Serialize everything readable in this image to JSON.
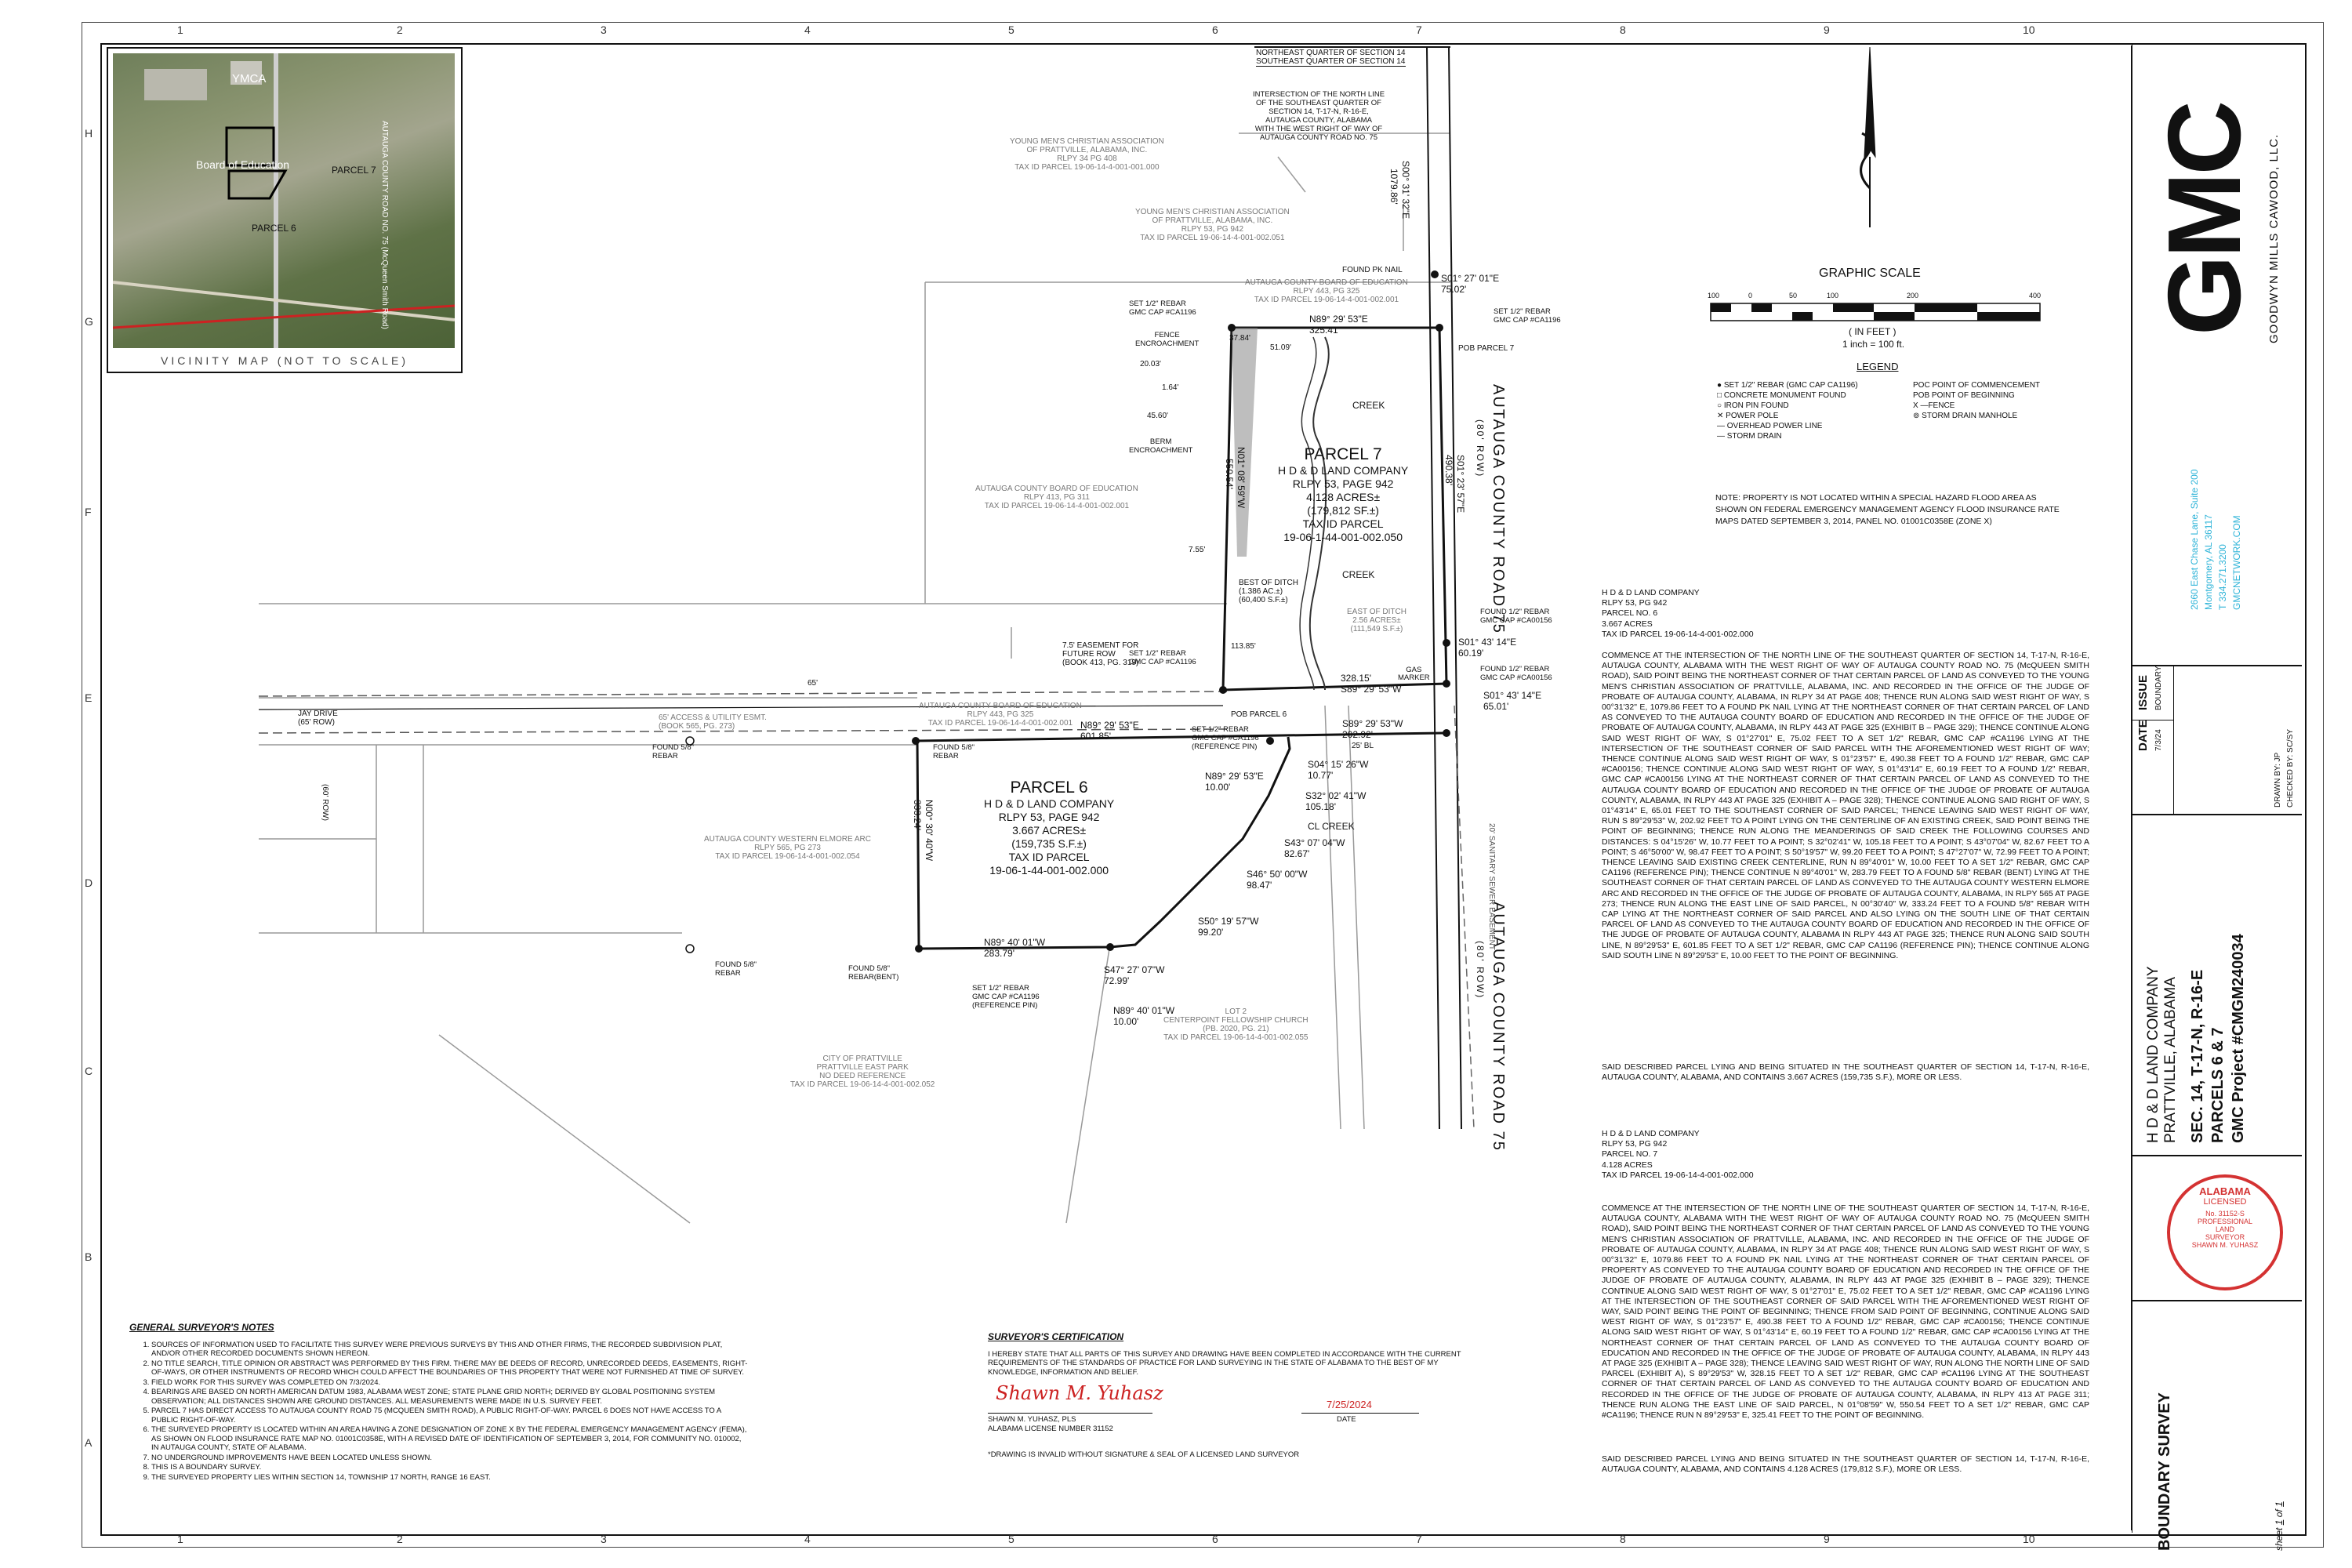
{
  "grid": {
    "cols": [
      "1",
      "2",
      "3",
      "4",
      "5",
      "6",
      "7",
      "8",
      "9",
      "10"
    ],
    "rows": [
      "H",
      "G",
      "F",
      "E",
      "D",
      "C",
      "B",
      "A"
    ]
  },
  "vicinity": {
    "caption": "VICINITY MAP (NOT TO SCALE)",
    "labels": {
      "ymca": "YMCA",
      "board": "Board of Education",
      "parcel7": "PARCEL 7",
      "parcel6": "PARCEL 6",
      "road": "AUTAUGA COUNTY ROAD NO. 75 (McQueen Smith Road)"
    }
  },
  "map": {
    "top_note": [
      "NORTHEAST QUARTER OF SECTION 14",
      "SOUTHEAST QUARTER OF SECTION 14"
    ],
    "intersection_note": [
      "INTERSECTION OF THE NORTH LINE",
      "OF THE SOUTHEAST QUARTER OF",
      "SECTION 14, T-17-N, R-16-E,",
      "AUTAUGA COUNTY, ALABAMA",
      "WITH THE WEST RIGHT OF WAY OF",
      "AUTAUGA COUNTY ROAD NO. 75"
    ],
    "ymca1": [
      "YOUNG MEN'S CHRISTIAN ASSOCIATION",
      "OF PRATTVILLE, ALABAMA, INC.",
      "RLPY 34 PG 408",
      "TAX ID PARCEL 19-06-14-4-001-001.000"
    ],
    "ymca2": [
      "YOUNG MEN'S CHRISTIAN ASSOCIATION",
      "OF PRATTVILLE, ALABAMA, INC.",
      "RLPY 53, PG 942",
      "TAX ID PARCEL 19-06-14-4-001-002.051"
    ],
    "board_north": [
      "AUTAUGA COUNTY BOARD OF EDUCATION",
      "RLPY 443, PG 325",
      "TAX ID PARCEL 19-06-14-4-001-002.001"
    ],
    "board_west": [
      "AUTAUGA COUNTY BOARD OF EDUCATION",
      "RLPY 413, PG 311",
      "TAX ID PARCEL 19-06-14-4-001-002.001"
    ],
    "board_strip": [
      "AUTAUGA COUNTY BOARD OF EDUCATION",
      "RLPY 443, PG 325",
      "TAX ID PARCEL 19-06-14-4-001-002.001"
    ],
    "western_elmore": [
      "AUTAUGA COUNTY WESTERN ELMORE ARC",
      "RLPY 565, PG 273",
      "TAX ID PARCEL 19-06-14-4-001-002.054"
    ],
    "city": [
      "CITY OF PRATTVILLE",
      "PRATTVILLE EAST PARK",
      "NO DEED REFERENCE",
      "TAX ID PARCEL 19-06-14-4-001-002.052"
    ],
    "centerpoint": [
      "LOT 2",
      "CENTERPOINT FELLOWSHIP CHURCH",
      "(PB. 2020, PG. 21)",
      "TAX ID PARCEL 19-06-14-4-001-002.055"
    ],
    "parcel7": {
      "title": "PARCEL 7",
      "lines": [
        "H D & D LAND COMPANY",
        "RLPY 53, PAGE 942",
        "4.128 ACRES±",
        "(179,812 SF.±)",
        "TAX ID PARCEL",
        "19-06-1-44-001-002.050"
      ]
    },
    "parcel6": {
      "title": "PARCEL 6",
      "lines": [
        "H D & D LAND COMPANY",
        "RLPY 53, PAGE 942",
        "3.667 ACRES±",
        "(159,735 S.F.±)",
        "TAX ID PARCEL",
        "19-06-1-44-001-002.000"
      ]
    },
    "road": "AUTAUGA COUNTY ROAD 75",
    "row": "(80' ROW)",
    "jay_drive": [
      "JAY DRIVE",
      "(65' ROW)"
    ],
    "row_note": "(60' ROW)",
    "easement": [
      "7.5' EASEMENT FOR",
      "FUTURE ROW",
      "(BOOK 413, PG. 319)"
    ],
    "access_esmt": [
      "65' ACCESS & UTILITY ESMT.",
      "(BOOK 565, PG. 273)"
    ],
    "sanitary": "20' SANITARY SEWER EASEMENT",
    "best_ditch": [
      "BEST OF DITCH",
      "(1.386 AC.±)",
      "(60,400 S.F.±)"
    ],
    "east_ditch": [
      "EAST OF DITCH",
      "2.56 ACRES±",
      "(111,549 S.F.±)"
    ],
    "fence_enc": [
      "FENCE",
      "ENCROACHMENT"
    ],
    "berm_enc": [
      "BERM",
      "ENCROACHMENT"
    ],
    "creek": "CREEK",
    "cl_creek": "CL CREEK",
    "gas_marker": [
      "GAS",
      "MARKER"
    ],
    "pob6": "POB PARCEL 6",
    "pob7": "POB PARCEL 7",
    "found_pk": "FOUND PK NAIL",
    "set_rebar": [
      "SET 1/2\" REBAR",
      "GMC CAP #CA1196"
    ],
    "set_rebar_ref": [
      "SET 1/2\" REBAR",
      "GMC CAP #CA1196",
      "(REFERENCE PIN)"
    ],
    "found_half": [
      "FOUND 1/2\" REBAR",
      "GMC CAP #CA00156"
    ],
    "found_58": [
      "FOUND 5/8\"",
      "REBAR"
    ],
    "found_58_bent": [
      "FOUND 5/8\"",
      "REBAR(BENT)"
    ],
    "calls": {
      "c1": "S00° 31' 32\"E",
      "c1d": "1079.86'",
      "c2": "S01° 27' 01\"E",
      "c2d": "75.02'",
      "c3": "N89° 29' 53\"E",
      "c3d": "325.41'",
      "c4": "S01° 23' 57\"E",
      "c4d": "490.38'",
      "c5": "N01° 08' 59\"W",
      "c5d": "550.54'",
      "c6": "S01° 43' 14\"E",
      "c6d": "60.19'",
      "c7": "328.15'",
      "c7b": "S89° 29' 53\"W",
      "c8": "S89° 29' 53\"W",
      "c8d": "202.92'",
      "c9": "S01° 43' 14\"E",
      "c9d": "65.01'",
      "c10": "N89° 29' 53\"E",
      "c10d": "601.85'",
      "c11": "N89° 29' 53\"E",
      "c11d": "10.00'",
      "c12": "S04° 15' 26\"W",
      "c12d": "10.77'",
      "c13": "S32° 02' 41\"W",
      "c13d": "105.18'",
      "c14": "S43° 07' 04\"W",
      "c14d": "82.67'",
      "c15": "S46° 50' 00\"W",
      "c15d": "98.47'",
      "c16": "S50° 19' 57\"W",
      "c16d": "99.20'",
      "c17": "S47° 27' 07\"W",
      "c17d": "72.99'",
      "c18": "N89° 40' 01\"W",
      "c18d": "283.79'",
      "c19": "N89° 40' 01\"W",
      "c19d": "10.00'",
      "c20": "N00° 30' 40\"W",
      "c20d": "333.24'",
      "d1": "37.84'",
      "d2": "51.09'",
      "d3": "20.03'",
      "d4": "1.64'",
      "d5": "45.60'",
      "d6": "7.55'",
      "d7": "113.85'",
      "d8": "65'",
      "d9": "25' BL"
    }
  },
  "graphic_scale": {
    "title": "GRAPHIC SCALE",
    "ticks": [
      "100",
      "0",
      "50",
      "100",
      "200",
      "400"
    ],
    "unit": "( IN FEET )",
    "ratio": "1 inch = 100 ft."
  },
  "legend": {
    "title": "LEGEND",
    "left": [
      "SET 1/2\" REBAR (GMC CAP CA1196)",
      "CONCRETE MONUMENT FOUND",
      "IRON PIN FOUND",
      "POWER POLE",
      "OVERHEAD POWER LINE",
      "STORM DRAIN"
    ],
    "right": [
      "POC POINT OF COMMENCEMENT",
      "POB POINT OF BEGINNING",
      "X —FENCE",
      "STORM DRAIN MANHOLE"
    ]
  },
  "flood_note": "NOTE: PROPERTY IS NOT LOCATED WITHIN A SPECIAL HAZARD FLOOD AREA AS SHOWN ON FEDERAL EMERGENCY MANAGEMENT AGENCY FLOOD INSURANCE RATE MAPS DATED SEPTEMBER 3, 2014, PANEL NO. 01001C0358E (ZONE X)",
  "desc6": {
    "head": [
      "H D & D LAND COMPANY",
      "RLPY 53, PG 942",
      "PARCEL NO. 6",
      "3.667 ACRES",
      "TAX ID PARCEL 19-06-14-4-001-002.000"
    ],
    "body": "COMMENCE AT THE INTERSECTION OF THE NORTH LINE OF THE SOUTHEAST QUARTER OF SECTION 14, T-17-N, R-16-E, AUTAUGA COUNTY, ALABAMA WITH THE WEST RIGHT OF WAY OF AUTAUGA COUNTY ROAD NO. 75 (McQUEEN SMITH ROAD), SAID POINT BEING THE NORTHEAST CORNER OF THAT CERTAIN PARCEL OF LAND AS CONVEYED TO THE YOUNG MEN'S CHRISTIAN ASSOCIATION OF PRATTVILLE, ALABAMA, INC. AND RECORDED IN THE OFFICE OF THE JUDGE OF PROBATE OF AUTAUGA COUNTY, ALABAMA, IN RLPY 34 AT PAGE 408; THENCE RUN ALONG SAID WEST RIGHT OF WAY, S 00°31'32\" E, 1079.86 FEET TO A FOUND PK NAIL LYING AT THE NORTHEAST CORNER OF THAT CERTAIN PARCEL OF LAND AS CONVEYED TO THE AUTAUGA COUNTY BOARD OF EDUCATION AND RECORDED IN THE OFFICE OF THE JUDGE OF PROBATE OF AUTAUGA COUNTY, ALABAMA, IN RLPY 443 AT PAGE 325 (EXHIBIT B – PAGE 329); THENCE CONTINUE ALONG SAID WEST RIGHT OF WAY, S 01°27'01\" E, 75.02 FEET TO A SET 1/2\" REBAR, GMC CAP #CA1196 LYING AT THE INTERSECTION OF THE SOUTHEAST CORNER OF SAID PARCEL WITH THE AFOREMENTIONED WEST RIGHT OF WAY; THENCE CONTINUE ALONG SAID WEST RIGHT OF WAY, S 01°23'57\" E, 490.38 FEET TO A FOUND 1/2\" REBAR, GMC CAP #CA00156; THENCE CONTINUE ALONG SAID WEST RIGHT OF WAY, S 01°43'14\" E, 60.19 FEET TO A FOUND 1/2\" REBAR, GMC CAP #CA00156 LYING AT THE NORTHEAST CORNER OF THAT CERTAIN PARCEL OF LAND AS CONVEYED TO THE AUTAUGA COUNTY BOARD OF EDUCATION AND RECORDED IN THE OFFICE OF THE JUDGE OF PROBATE OF AUTAUGA COUNTY, ALABAMA, IN RLPY 443 AT PAGE 325 (EXHIBIT A – PAGE 328); THENCE CONTINUE ALONG SAID RIGHT OF WAY, S 01°43'14\" E, 65.01 FEET TO THE SOUTHEAST CORNER OF SAID PARCEL; THENCE LEAVING SAID WEST RIGHT OF WAY, RUN S 89°29'53\" W, 202.92 FEET TO A POINT LYING ON THE CENTERLINE OF AN EXISTING CREEK, SAID POINT BEING THE POINT OF BEGINNING; THENCE RUN ALONG THE MEANDERINGS OF SAID CREEK THE FOLLOWING COURSES AND DISTANCES: S 04°15'26\" W, 10.77 FEET TO A POINT; S 32°02'41\" W, 105.18 FEET TO A POINT; S 43°07'04\" W, 82.67 FEET TO A POINT; S 46°50'00\" W, 98.47 FEET TO A POINT; S 50°19'57\" W, 99.20 FEET TO A POINT; S 47°27'07\" W, 72.99 FEET TO A POINT; THENCE LEAVING SAID EXISTING CREEK CENTERLINE, RUN N 89°40'01\" W, 10.00 FEET TO A SET 1/2\" REBAR, GMC CAP CA1196 (REFERENCE PIN); THENCE CONTINUE N 89°40'01\" W, 283.79 FEET TO A FOUND 5/8\" REBAR (BENT) LYING AT THE SOUTHEAST CORNER OF THAT CERTAIN PARCEL OF LAND AS CONVEYED TO THE AUTAUGA COUNTY WESTERN ELMORE ARC AND RECORDED IN THE OFFICE OF THE JUDGE OF PROBATE OF AUTAUGA COUNTY, ALABAMA, IN RLPY 565 AT PAGE 273; THENCE RUN ALONG THE EAST LINE OF SAID PARCEL, N 00°30'40\" W, 333.24 FEET TO A FOUND 5/8\" REBAR WITH CAP LYING AT THE NORTHEAST CORNER OF SAID PARCEL AND ALSO LYING ON THE SOUTH LINE OF THAT CERTAIN PARCEL OF LAND AS CONVEYED TO THE AUTAUGA COUNTY BOARD OF EDUCATION AND RECORDED IN THE OFFICE OF THE JUDGE OF PROBATE OF AUTAUGA COUNTY, ALABAMA IN RLPY 443 AT PAGE 325; THENCE RUN ALONG SAID SOUTH LINE, N 89°29'53\" E, 601.85 FEET TO A SET 1/2\" REBAR, GMC CAP CA1196 (REFERENCE PIN); THENCE CONTINUE ALONG SAID SOUTH LINE N 89°29'53\" E, 10.00 FEET TO THE POINT OF BEGINNING.",
    "tail": "SAID DESCRIBED PARCEL LYING AND BEING SITUATED IN THE SOUTHEAST QUARTER OF SECTION 14, T-17-N, R-16-E, AUTAUGA COUNTY, ALABAMA, AND CONTAINS 3.667 ACRES (159,735 S.F.), MORE OR LESS."
  },
  "desc7": {
    "head": [
      "H D & D LAND COMPANY",
      "RLPY 53, PG 942",
      "PARCEL NO. 7",
      "4.128 ACRES",
      "TAX ID PARCEL 19-06-14-4-001-002.000"
    ],
    "body": "COMMENCE AT THE INTERSECTION OF THE NORTH LINE OF THE SOUTHEAST QUARTER OF SECTION 14, T-17-N, R-16-E, AUTAUGA COUNTY, ALABAMA WITH THE WEST RIGHT OF WAY OF AUTAUGA COUNTY ROAD NO. 75 (McQUEEN SMITH ROAD), SAID POINT BEING THE NORTHEAST CORNER OF THAT CERTAIN PARCEL OF LAND AS CONVEYED TO THE YOUNG MEN'S CHRISTIAN ASSOCIATION OF PRATTVILLE, ALABAMA, INC. AND RECORDED IN THE OFFICE OF THE JUDGE OF PROBATE OF AUTAUGA COUNTY, ALABAMA, IN RLPY 34 AT PAGE 408; THENCE RUN ALONG SAID WEST RIGHT OF WAY, S 00°31'32\" E, 1079.86 FEET TO A FOUND PK NAIL LYING AT THE NORTHEAST CORNER OF THAT CERTAIN PARCEL OF PROPERTY AS CONVEYED TO THE AUTAUGA COUNTY BOARD OF EDUCATION AND RECORDED IN THE OFFICE OF THE JUDGE OF PROBATE OF AUTAUGA COUNTY, ALABAMA, IN RLPY 443 AT PAGE 325 (EXHIBIT B – PAGE 329); THENCE CONTINUE ALONG SAID WEST RIGHT OF WAY, S 01°27'01\" E, 75.02 FEET TO A SET 1/2\" REBAR, GMC CAP #CA1196 LYING AT THE INTERSECTION OF THE SOUTHEAST CORNER OF SAID PARCEL WITH THE AFOREMENTIONED WEST RIGHT OF WAY, SAID POINT BEING THE POINT OF BEGINNING; THENCE FROM SAID POINT OF BEGINNING, CONTINUE ALONG SAID WEST RIGHT OF WAY, S 01°23'57\" E, 490.38 FEET TO A FOUND 1/2\" REBAR, GMC CAP #CA00156; THENCE CONTINUE ALONG SAID WEST RIGHT OF WAY, S 01°43'14\" E, 60.19 FEET TO A FOUND 1/2\" REBAR, GMC CAP #CA00156 LYING AT THE NORTHEAST CORNER OF THAT CERTAIN PARCEL OF LAND AS CONVEYED TO THE AUTAUGA COUNTY BOARD OF EDUCATION AND RECORDED IN THE OFFICE OF THE JUDGE OF PROBATE OF AUTAUGA COUNTY, ALABAMA, IN RLPY 443 AT PAGE 325 (EXHIBIT A – PAGE 328); THENCE LEAVING SAID WEST RIGHT OF WAY, RUN ALONG THE NORTH LINE OF SAID PARCEL (EXHIBIT A), S 89°29'53\" W, 328.15 FEET TO A SET 1/2\" REBAR, GMC CAP #CA1196 LYING AT THE SOUTHEAST CORNER OF THAT CERTAIN PARCEL OF LAND AS CONVEYED TO THE AUTAUGA COUNTY BOARD OF EDUCATION AND RECORDED IN THE OFFICE OF THE JUDGE OF PROBATE OF AUTAUGA COUNTY, ALABAMA, IN RLPY 413 AT PAGE 311; THENCE RUN ALONG THE EAST LINE OF SAID PARCEL, N 01°08'59\" W, 550.54 FEET TO A SET 1/2\" REBAR, GMC CAP #CA1196; THENCE RUN N 89°29'53\" E, 325.41 FEET TO THE POINT OF BEGINNING.",
    "tail": "SAID DESCRIBED PARCEL LYING AND BEING SITUATED IN THE SOUTHEAST QUARTER OF SECTION 14, T-17-N, R-16-E, AUTAUGA COUNTY, ALABAMA, AND CONTAINS 4.128 ACRES (179,812 S.F.), MORE OR LESS."
  },
  "notes": {
    "title": "GENERAL SURVEYOR'S NOTES",
    "items": [
      "SOURCES OF INFORMATION USED TO FACILITATE THIS SURVEY WERE PREVIOUS SURVEYS BY THIS AND OTHER FIRMS, THE RECORDED SUBDIVISION PLAT, AND/OR OTHER RECORDED DOCUMENTS SHOWN HEREON.",
      "NO TITLE SEARCH, TITLE OPINION OR ABSTRACT WAS PERFORMED BY THIS FIRM. THERE MAY BE DEEDS OF RECORD, UNRECORDED DEEDS, EASEMENTS, RIGHT-OF-WAYS, OR OTHER INSTRUMENTS OF RECORD WHICH COULD AFFECT THE BOUNDARIES OF THIS PROPERTY THAT WERE NOT FURNISHED AT TIME OF SURVEY.",
      "FIELD WORK FOR THIS SURVEY WAS COMPLETED ON 7/3/2024.",
      "BEARINGS ARE BASED ON NORTH AMERICAN DATUM 1983, ALABAMA WEST ZONE; STATE PLANE GRID NORTH; DERIVED BY GLOBAL POSITIONING SYSTEM OBSERVATION; ALL DISTANCES SHOWN ARE GROUND DISTANCES. ALL MEASUREMENTS WERE MADE IN U.S. SURVEY FEET.",
      "PARCEL 7 HAS DIRECT ACCESS TO AUTAUGA COUNTY ROAD 75 (MCQUEEN SMITH ROAD), A PUBLIC RIGHT-OF-WAY. PARCEL 6 DOES NOT HAVE ACCESS TO A PUBLIC RIGHT-OF-WAY.",
      "THE SURVEYED PROPERTY IS LOCATED WITHIN AN AREA HAVING A ZONE DESIGNATION OF ZONE X BY THE FEDERAL EMERGENCY MANAGEMENT AGENCY (FEMA), AS SHOWN ON FLOOD INSURANCE RATE MAP NO. 01001C0358E, WITH A REVISED DATE OF IDENTIFICATION OF SEPTEMBER 3, 2014, FOR COMMUNITY NO. 010002, IN AUTAUGA COUNTY, STATE OF ALABAMA.",
      "NO UNDERGROUND IMPROVEMENTS HAVE BEEN LOCATED UNLESS SHOWN.",
      "THIS IS A BOUNDARY SURVEY.",
      "THE SURVEYED PROPERTY LIES WITHIN SECTION 14, TOWNSHIP 17 NORTH, RANGE 16 EAST."
    ]
  },
  "cert": {
    "title": "SURVEYOR'S CERTIFICATION",
    "body": "I HEREBY STATE THAT ALL PARTS OF THIS SURVEY AND DRAWING HAVE BEEN COMPLETED IN ACCORDANCE WITH THE CURRENT REQUIREMENTS OF THE STANDARDS OF PRACTICE FOR LAND SURVEYING IN THE STATE OF ALABAMA TO THE BEST OF MY KNOWLEDGE, INFORMATION AND BELIEF.",
    "signature": "Shawn M. Yuhasz",
    "name": "SHAWN M. YUHASZ, PLS",
    "license": "ALABAMA LICENSE NUMBER 31152",
    "date": "7/25/2024",
    "date_label": "DATE",
    "footnote": "*DRAWING IS INVALID WITHOUT SIGNATURE & SEAL OF A LICENSED LAND SURVEYOR"
  },
  "title_block": {
    "logo": "GMC",
    "company": "GOODWYN MILLS CAWOOD, LLC.",
    "address": [
      "2660 East Chase Lane, Suite 200",
      "Montgomery, AL 36117",
      "T 334.271.3200",
      "GMCNETWORK.COM"
    ],
    "issue": "ISSUE",
    "issue_date": "DATE",
    "boundary": "BOUNDARY",
    "boundary_date": "7/3/24",
    "drawn": "DRAWN BY: JP",
    "checked": "CHECKED BY: SC/SY",
    "project": [
      "H D & D LAND COMPANY",
      "PRATTVILLE, ALABAMA"
    ],
    "sec": "SEC. 14, T-17-N, R-16-E",
    "parcels": "PARCELS 6 & 7",
    "gmc_project": "GMC Project #CMGM240034",
    "seal": [
      "ALABAMA",
      "LICENSED",
      "No. 31152-S",
      "PROFESSIONAL",
      "LAND",
      "SURVEYOR",
      "SHAWN M. YUHASZ"
    ],
    "sheet_title": "BOUNDARY SURVEY",
    "sheet": "sheet",
    "sheet_num": "1",
    "sheet_of": "of",
    "sheet_total": "1"
  }
}
